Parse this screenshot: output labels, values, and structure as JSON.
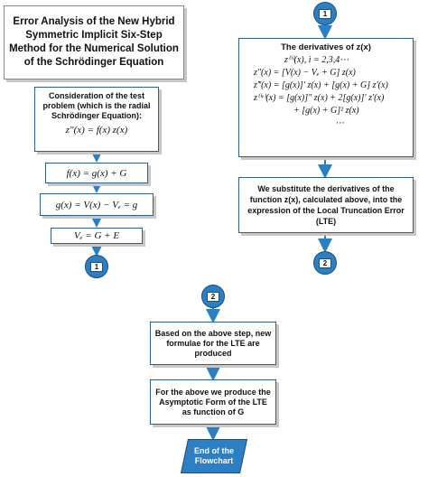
{
  "title": "Error Analysis of the New Hybrid Symmetric Implicit Six-Step Method for the Numerical Solution of the Schrödinger Equation",
  "left": {
    "consideration": "Consideration of the test problem (which is the radial Schrödinger Equation):",
    "consideration_eq": "z″(x) = f(x) z(x)",
    "f_eq": "f(x) = g(x) + G",
    "g_eq": "g(x) = V(x) − Vₑ = g",
    "vc_eq": "Vₑ = G + E",
    "connector_out": "1"
  },
  "right": {
    "connector_in": "1",
    "derivatives_title": "The derivatives of z(x)",
    "derivative_lines": [
      "z⁽ⁱ⁾(x),  i = 2,3,4⋯",
      "z″(x) = [V(x) − Vₑ + G] z(x)",
      "z‴(x) = [g(x)]′ z(x) + [g(x) + G] z′(x)",
      "z⁽ⁱᵛ⁾(x) = [g(x)]″ z(x) + 2[g(x)]′ z′(x)",
      "+ [g(x) + G]² z(x)",
      "⋯"
    ],
    "substitute": "We substitute the derivatives of the function z(x), calculated above, into the expression of the Local Truncation Error (LTE)",
    "connector_out": "2"
  },
  "bottom": {
    "connector_in": "2",
    "new_formulae": "Based on the above step, new formulae for the LTE are produced",
    "asymptotic": "For the above we produce the Asymptotic Form of the LTE as function of G",
    "end": "End of the Flowchart"
  },
  "colors": {
    "box_border": "#2e5f8f",
    "connector": "#2c7fc2"
  }
}
